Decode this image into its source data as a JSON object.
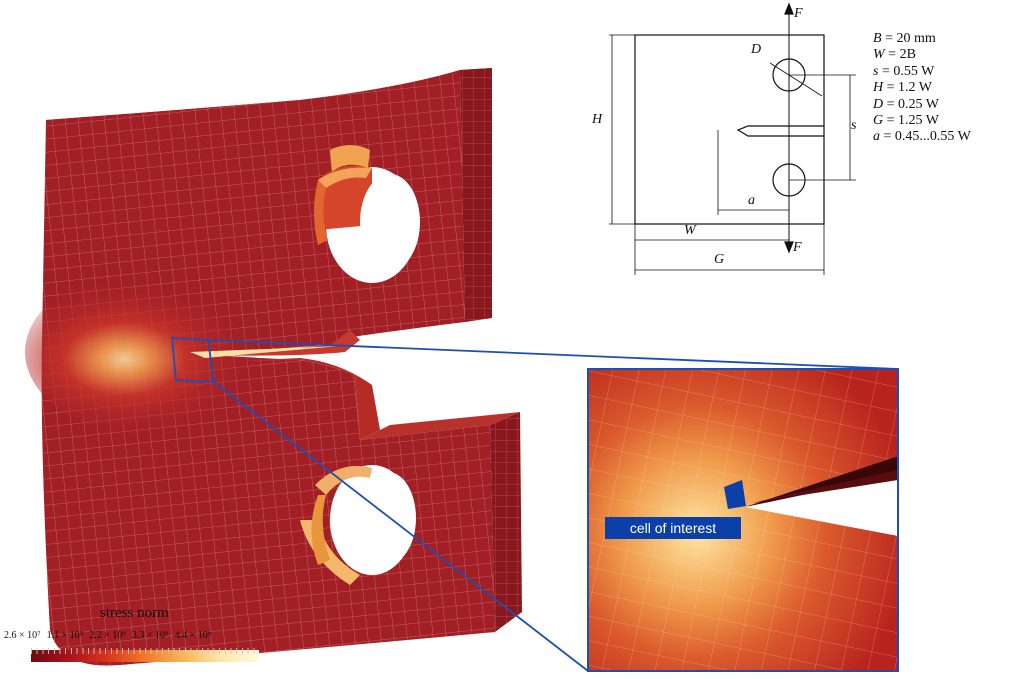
{
  "legend": {
    "title": "stress norm",
    "ticks": [
      "2.6 × 10⁷",
      "1.1 × 10⁹",
      "2.2 × 10⁹",
      "3.3 × 10⁹",
      "4.4 × 10⁹"
    ]
  },
  "inset": {
    "cell_label": "cell of interest"
  },
  "schematic": {
    "force": "F",
    "labels": {
      "D": "D",
      "H": "H",
      "s": "s",
      "a": "a",
      "W": "W",
      "G": "G"
    },
    "parameters": [
      {
        "symbol": "B",
        "value": "= 20 mm"
      },
      {
        "symbol": "W",
        "value": "= 2B"
      },
      {
        "symbol": "s",
        "value": "= 0.55 W"
      },
      {
        "symbol": "H",
        "value": "= 1.2 W"
      },
      {
        "symbol": "D",
        "value": "= 0.25 W"
      },
      {
        "symbol": "G",
        "value": "= 1.25 W"
      },
      {
        "symbol": "a",
        "value": "= 0.45...0.55 W"
      }
    ]
  },
  "colors": {
    "mesh_dark": "#8e1a1e",
    "mesh_mid": "#b3262a",
    "hot": "#f6c27a",
    "highlight_box": "#1c4fb5",
    "cell_of_interest": "#0c3fa8"
  }
}
